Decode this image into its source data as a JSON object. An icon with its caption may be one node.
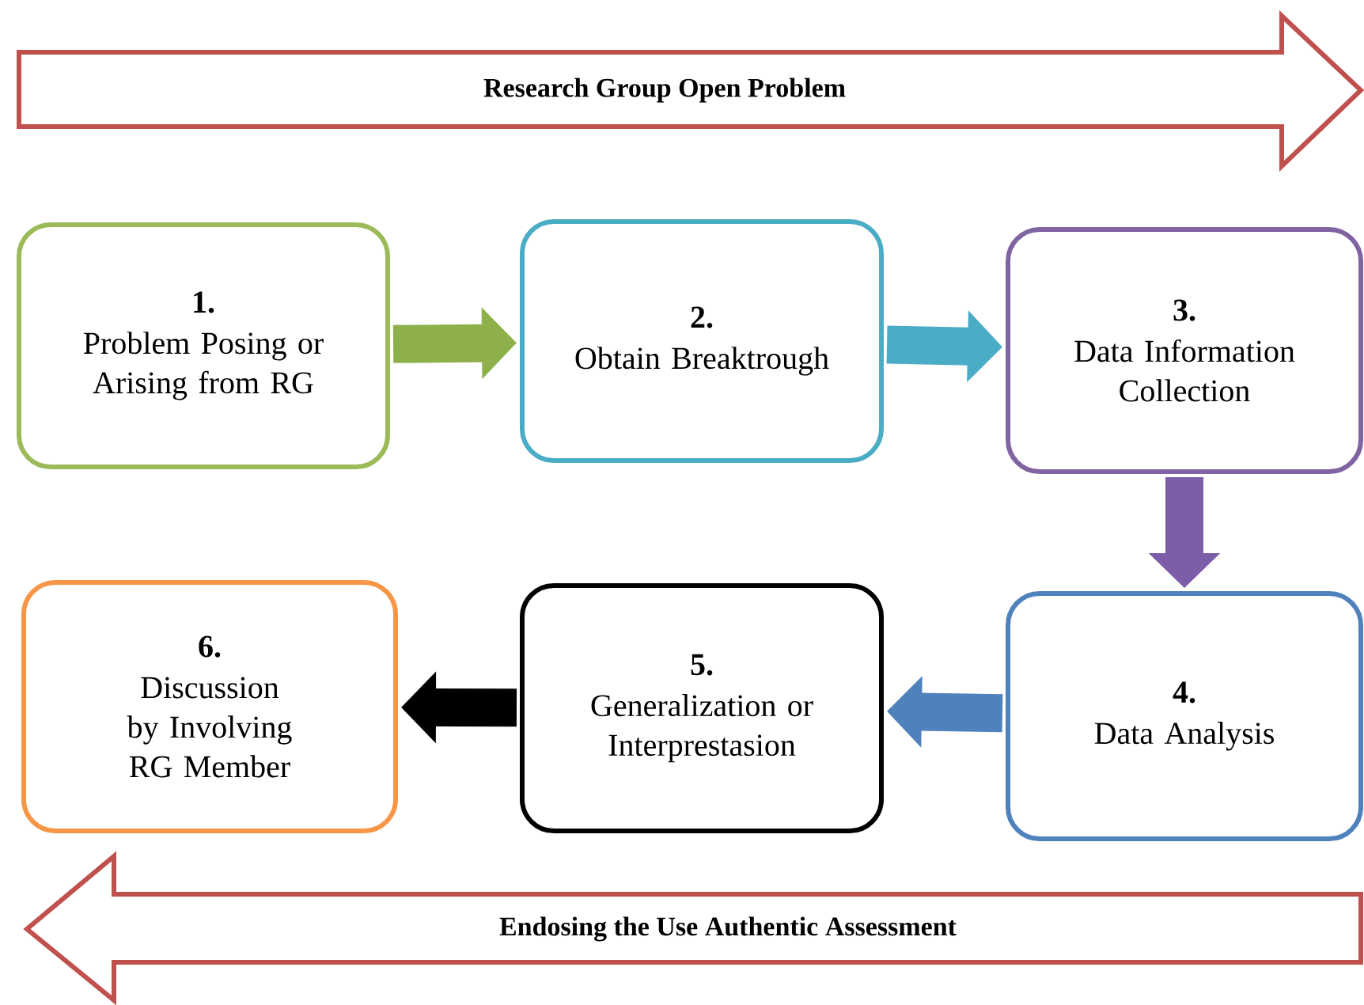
{
  "diagram": {
    "nodes": [
      {
        "text": [
          "Research Group Open Problem"
        ]
      },
      {
        "text": [
          "1.",
          "Problem Posing or Arising from RG"
        ]
      },
      {
        "text": [
          "2.",
          "Obtain Breaktrough"
        ]
      },
      {
        "text": [
          "3.",
          "Data Information Collection"
        ]
      },
      {
        "text": [
          "4.",
          "Data Analysis"
        ]
      },
      {
        "text": [
          "5.",
          "Generalization or Interprestasion"
        ]
      },
      {
        "text": [
          "6.",
          "Discussion by Involving RG Member"
        ]
      },
      {
        "text": [
          "Endosing the Use Authentic Assessment"
        ]
      }
    ],
    "edges": [
      {
        "from": 1,
        "to": 2,
        "arrow": "to",
        "color": "#8db04a"
      },
      {
        "from": 2,
        "to": 3,
        "arrow": "to",
        "color": "#4bacc6"
      },
      {
        "from": 3,
        "to": 4,
        "arrow": "to",
        "color": "#7b5ea7"
      },
      {
        "from": 4,
        "to": 5,
        "arrow": "to",
        "color": "#4f81bd"
      },
      {
        "from": 5,
        "to": 6,
        "arrow": "to",
        "color": "#000000"
      }
    ]
  }
}
